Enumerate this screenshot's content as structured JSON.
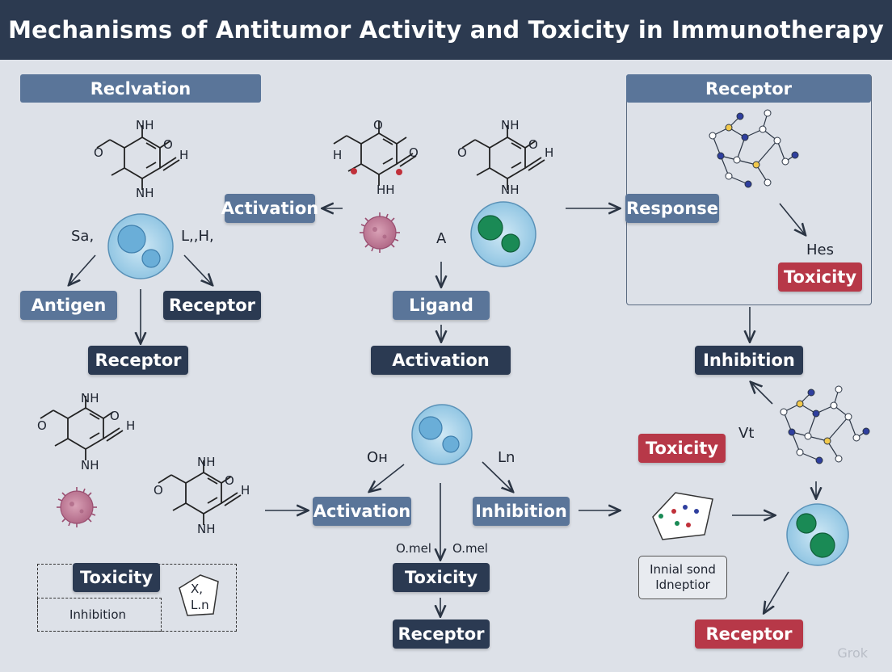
{
  "title": "Mechanisms of Antitumor Activity and Toxicity in Immunotherapy",
  "left_header": "Reclvation",
  "right_header": "Receptor",
  "nodes": {
    "activation_top": "Activation",
    "response": "Response",
    "toxicity_panel": "Toxicity",
    "antigen": "Antigen",
    "receptor_left": "Receptor",
    "receptor_left_low": "Receptor",
    "ligand": "Ligand",
    "activation_center": "Activation",
    "inhibition_right": "Inhibition",
    "toxicity_right": "Toxicity",
    "activation_bottom": "Activation",
    "inhibition_bottom": "Inhibition",
    "toxicity_center": "Toxicity",
    "receptor_center": "Receptor",
    "receptor_right": "Receptor",
    "toxicity_dashed": "Toxicity",
    "inhibition_dashed": "Inhibition"
  },
  "labels": {
    "sa": "Sa,",
    "lh": "L,,H,",
    "a": "A",
    "hes": "Hes",
    "vt": "Vt",
    "oh": "Oн",
    "ln": "Ln",
    "omal_left": "O.mel",
    "omal_right": "O.mel",
    "x": "X,",
    "ln_small": "L.n",
    "note_line1": "Innial sond",
    "note_line2": "Idneptior"
  },
  "molecule_labels": {
    "nh": "NH",
    "o": "O",
    "h": "H",
    "hh": "HH"
  },
  "watermark": "Grok",
  "colors": {
    "title_bg": "#2c3a50",
    "blue_box": "#5a7599",
    "navy_box": "#2b3a52",
    "red_box": "#b73848",
    "cell_fill": "#a9d3ea",
    "nucleus_blue": "#6aaed8",
    "nucleus_green": "#1a8a55",
    "pathogen": "#c27894"
  }
}
